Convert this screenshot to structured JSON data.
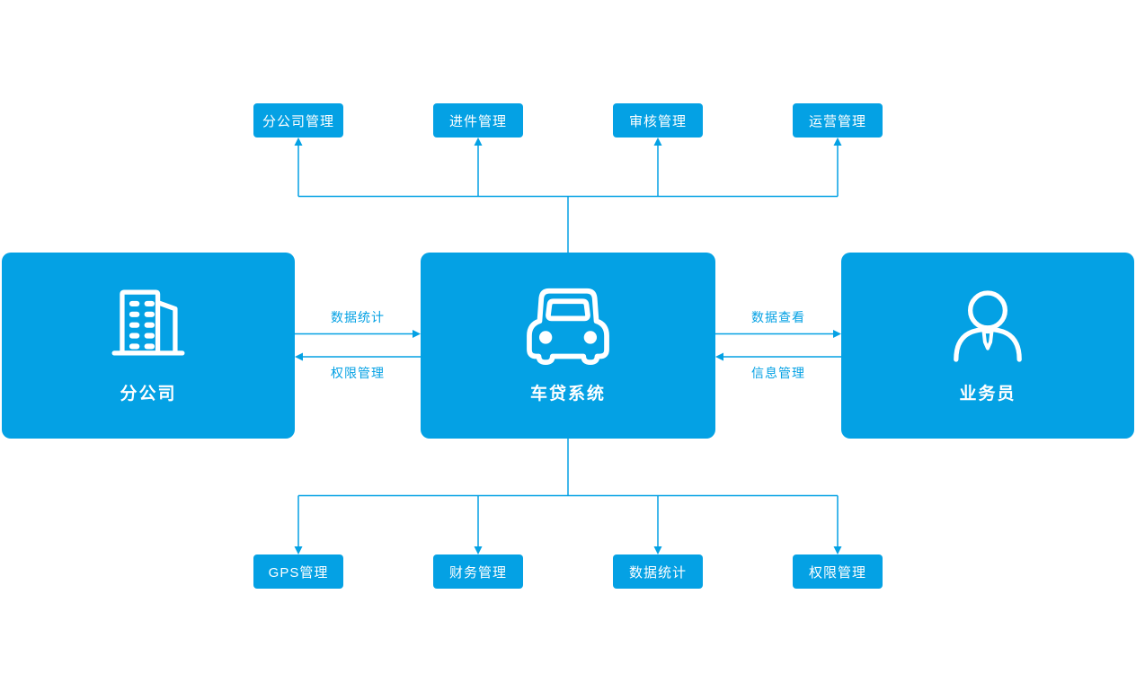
{
  "colors": {
    "accent": "#04a1e4",
    "box_text": "#ffffff",
    "background": "#ffffff"
  },
  "top_modules": [
    "分公司管理",
    "进件管理",
    "审核管理",
    "运营管理"
  ],
  "bottom_modules": [
    "GPS管理",
    "财务管理",
    "数据统计",
    "权限管理"
  ],
  "entities": {
    "branch": {
      "label": "分公司",
      "icon": "building-icon"
    },
    "system": {
      "label": "车贷系统",
      "icon": "car-icon"
    },
    "salesman": {
      "label": "业务员",
      "icon": "person-icon"
    }
  },
  "flows": {
    "branch_to_system": "数据统计",
    "system_to_branch": "权限管理",
    "system_to_salesman": "数据查看",
    "salesman_to_system": "信息管理"
  }
}
